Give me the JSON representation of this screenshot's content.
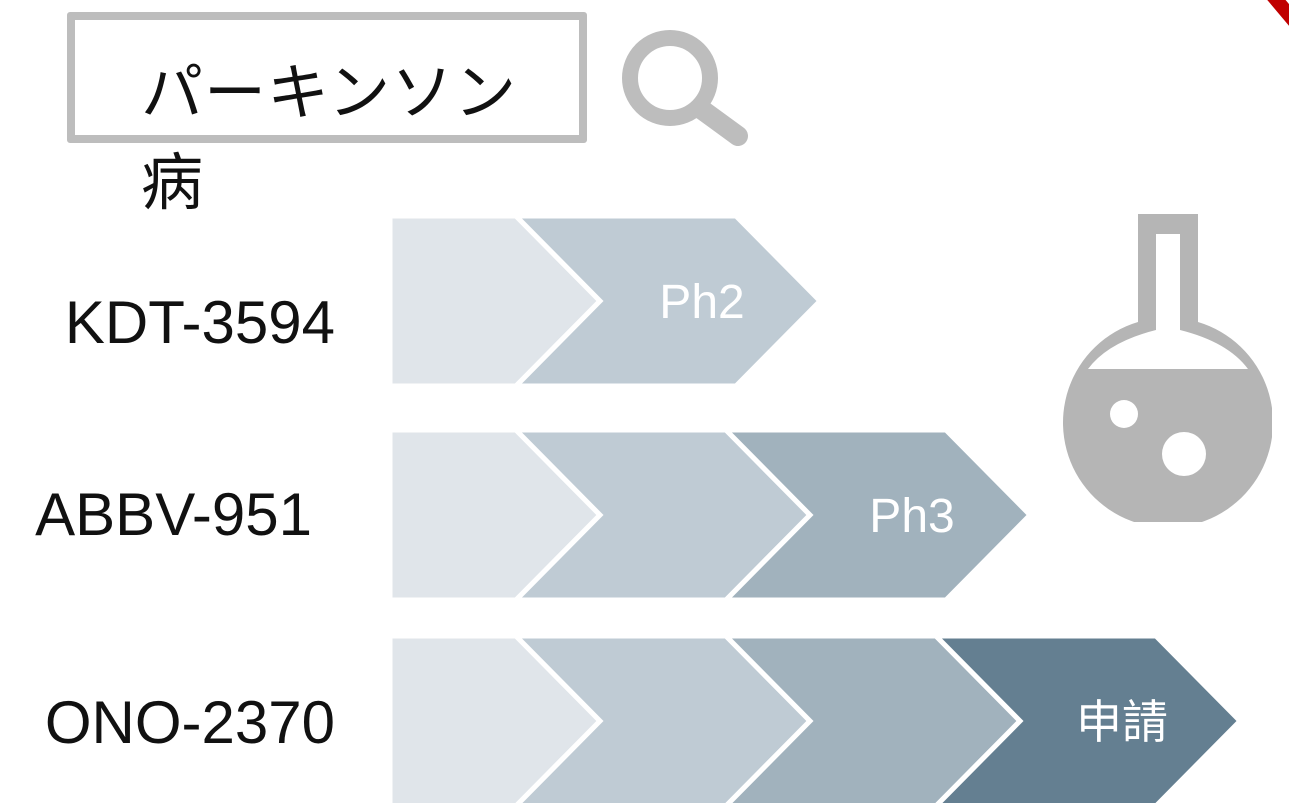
{
  "search": {
    "query": "パーキンソン病"
  },
  "icons": {
    "search": "search-icon",
    "flask": "flask-icon"
  },
  "colors": {
    "stage1": "#e0e5ea",
    "stage2": "#bfcbd4",
    "stage3": "#a1b2bd",
    "stage4": "#647f91",
    "outline": "#bdbdbd",
    "accent": "#c00000"
  },
  "pipeline": {
    "rows": [
      {
        "drug": "KDT-3594",
        "stages_reached": 2,
        "stage_label": "Ph2"
      },
      {
        "drug": "ABBV-951",
        "stages_reached": 3,
        "stage_label": "Ph3"
      },
      {
        "drug": "ONO-2370",
        "stages_reached": 4,
        "stage_label": "申請"
      }
    ]
  }
}
